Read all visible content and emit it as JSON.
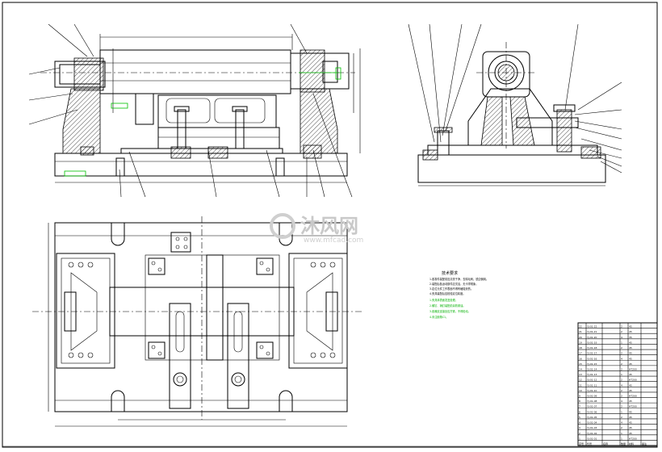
{
  "watermark": {
    "brand": "沐风网",
    "url": "www.mfcad.com"
  },
  "notes": {
    "title": "技术要求",
    "lines": [
      "1.各零件装配前应清洗干净，去除毛刺，锐边倒钝。",
      "2.装配后各运动部件应灵活，无卡滞现象。",
      "3.定位元件工作表面不得有磕碰划伤。",
      "4.夹具装配后应检验定位精度。"
    ],
    "green_lines": [
      "1.夹具体表面发蓝处理。",
      "2.螺钉、销钉装配前涂防锈油。",
      "3.各螺纹连接处应拧紧，不得松动。",
      "4.未注倒角C1。"
    ]
  },
  "bom": {
    "header": [
      "序号",
      "代号",
      "名称",
      "数量",
      "材料",
      "备注"
    ],
    "rows": [
      [
        "22",
        "YJ-01-22",
        "",
        "2",
        "45",
        ""
      ],
      [
        "21",
        "YJ-01-21",
        "",
        "2",
        "45",
        ""
      ],
      [
        "20",
        "YJ-01-20",
        "",
        "4",
        "35",
        ""
      ],
      [
        "19",
        "YJ-01-19",
        "",
        "1",
        "45",
        ""
      ],
      [
        "18",
        "YJ-01-18",
        "",
        "2",
        "45",
        ""
      ],
      [
        "17",
        "YJ-01-17",
        "",
        "2",
        "45",
        ""
      ],
      [
        "16",
        "YJ-01-16",
        "",
        "4",
        "45",
        ""
      ],
      [
        "15",
        "YJ-01-15",
        "",
        "2",
        "45",
        ""
      ],
      [
        "14",
        "YJ-01-14",
        "",
        "2",
        "HT200",
        ""
      ],
      [
        "13",
        "YJ-01-13",
        "",
        "1",
        "45",
        ""
      ],
      [
        "12",
        "YJ-01-12",
        "",
        "2",
        "HT200",
        ""
      ],
      [
        "11",
        "YJ-01-11",
        "",
        "4",
        "45",
        ""
      ],
      [
        "10",
        "YJ-01-10",
        "",
        "2",
        "45",
        ""
      ],
      [
        "9",
        "YJ-01-09",
        "",
        "2",
        "HT200",
        ""
      ],
      [
        "8",
        "YJ-01-08",
        "",
        "4",
        "45",
        ""
      ],
      [
        "7",
        "YJ-01-07",
        "",
        "2",
        "HT200",
        ""
      ],
      [
        "6",
        "YJ-01-06",
        "",
        "1",
        "45",
        ""
      ],
      [
        "5",
        "YJ-01-05",
        "",
        "2",
        "45",
        ""
      ],
      [
        "4",
        "YJ-01-04",
        "",
        "4",
        "45",
        ""
      ],
      [
        "3",
        "YJ-01-03",
        "",
        "2",
        "45",
        ""
      ],
      [
        "2",
        "YJ-01-02",
        "",
        "1",
        "45",
        ""
      ],
      [
        "1",
        "YJ-01-01",
        "",
        "1",
        "HT200",
        ""
      ]
    ]
  }
}
